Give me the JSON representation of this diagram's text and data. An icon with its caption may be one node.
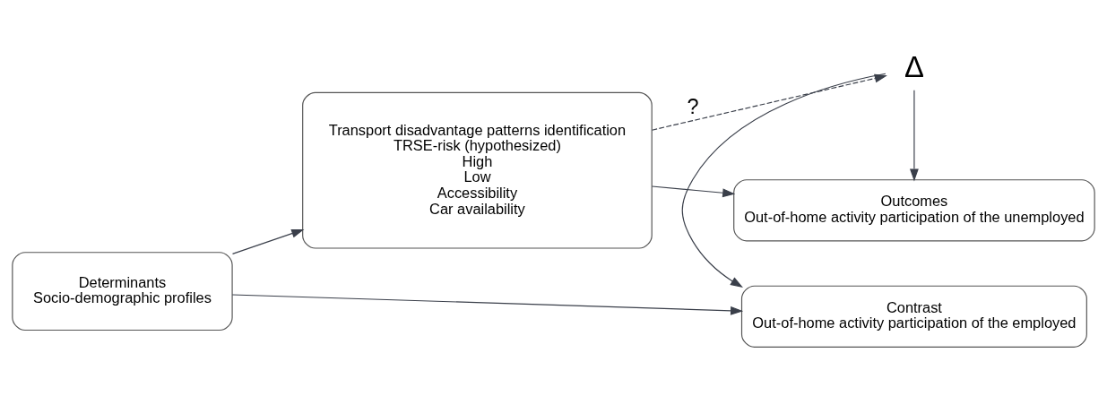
{
  "diagram": {
    "nodes": [
      {
        "text": [
          "Determinants",
          "Socio-demographic profiles"
        ]
      },
      {
        "text": [
          "Transport disadvantage patterns identification",
          "TRSE-risk (hypothesized)",
          "High",
          "Low",
          "Accessibility",
          "Car availability"
        ]
      },
      {
        "text": [
          "Outcomes",
          "Out-of-home activity participation of the unemployed"
        ]
      },
      {
        "text": [
          "Δ"
        ]
      },
      {
        "text": [
          "Contrast",
          "Out-of-home activity participation of the employed"
        ]
      }
    ],
    "edges": [
      {
        "from": 0,
        "to": 1,
        "arrow": "to"
      },
      {
        "from": 1,
        "to": 2,
        "arrow": "to"
      },
      {
        "from": 1,
        "to": 3,
        "arrow": "to",
        "style": "dashed",
        "label": "?"
      },
      {
        "from": 3,
        "to": 2,
        "arrow": "to"
      },
      {
        "from": 3,
        "to": 4,
        "arrow": "to"
      },
      {
        "from": 0,
        "to": 4,
        "arrow": "to"
      }
    ]
  }
}
